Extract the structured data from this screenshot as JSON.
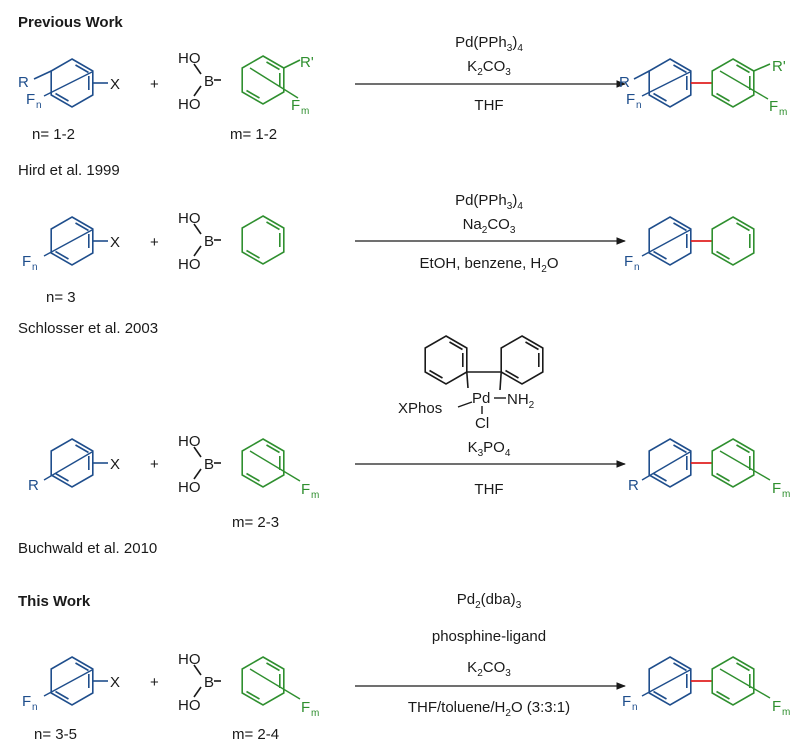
{
  "sections": {
    "previous": "Previous Work",
    "this": "This Work"
  },
  "citations": {
    "hird": "Hird et al. 1999",
    "schlosser": "Schlosser et al. 2003",
    "buchwald": "Buchwald et al. 2010"
  },
  "counts": {
    "r1_left": "n= 1-2",
    "r1_right": "m= 1-2",
    "r2_left": "n= 3",
    "r3_right": "m= 2-3",
    "r4_left": "n= 3-5",
    "r4_right": "m= 2-4"
  },
  "atoms": {
    "X": "X",
    "R": "R",
    "Rp": "R'",
    "F": "F",
    "n": "n",
    "m": "m",
    "HO": "HO",
    "B": "B",
    "plus": "+"
  },
  "conditions": {
    "r1": {
      "cat": "Pd(PPh",
      "cat_sub": "3",
      "cat_end": ")",
      "cat_sub2": "4",
      "base": "K",
      "base_sub": "2",
      "base_end": "CO",
      "base_sub2": "3",
      "solvent": "THF"
    },
    "r2": {
      "cat": "Pd(PPh",
      "cat_sub": "3",
      "cat_end": ")",
      "cat_sub2": "4",
      "base": "Na",
      "base_sub": "2",
      "base_end": "CO",
      "base_sub2": "3",
      "solvent": "EtOH, benzene, H",
      "solvent_sub": "2",
      "solvent_end": "O"
    },
    "r3": {
      "xphos": "XPhos",
      "pd": "Pd",
      "nh": "NH",
      "nh_sub": "2",
      "cl": "Cl",
      "base": "K",
      "base_sub": "3",
      "base_end": "PO",
      "base_sub2": "4",
      "solvent": "THF"
    },
    "r4": {
      "cat": "Pd",
      "cat_sub": "2",
      "cat_end": "(dba)",
      "cat_sub2": "3",
      "ligand": "phosphine-ligand",
      "base": "K",
      "base_sub": "2",
      "base_end": "CO",
      "base_sub2": "3",
      "solvent": "THF/toluene/H",
      "solvent_sub": "2",
      "solvent_end": "O (3:3:1)"
    }
  },
  "colors": {
    "blue_ring": "#1f4e8c",
    "green_ring": "#2f8f2f",
    "new_bond": "#e02020",
    "text": "#1a1a1a"
  }
}
